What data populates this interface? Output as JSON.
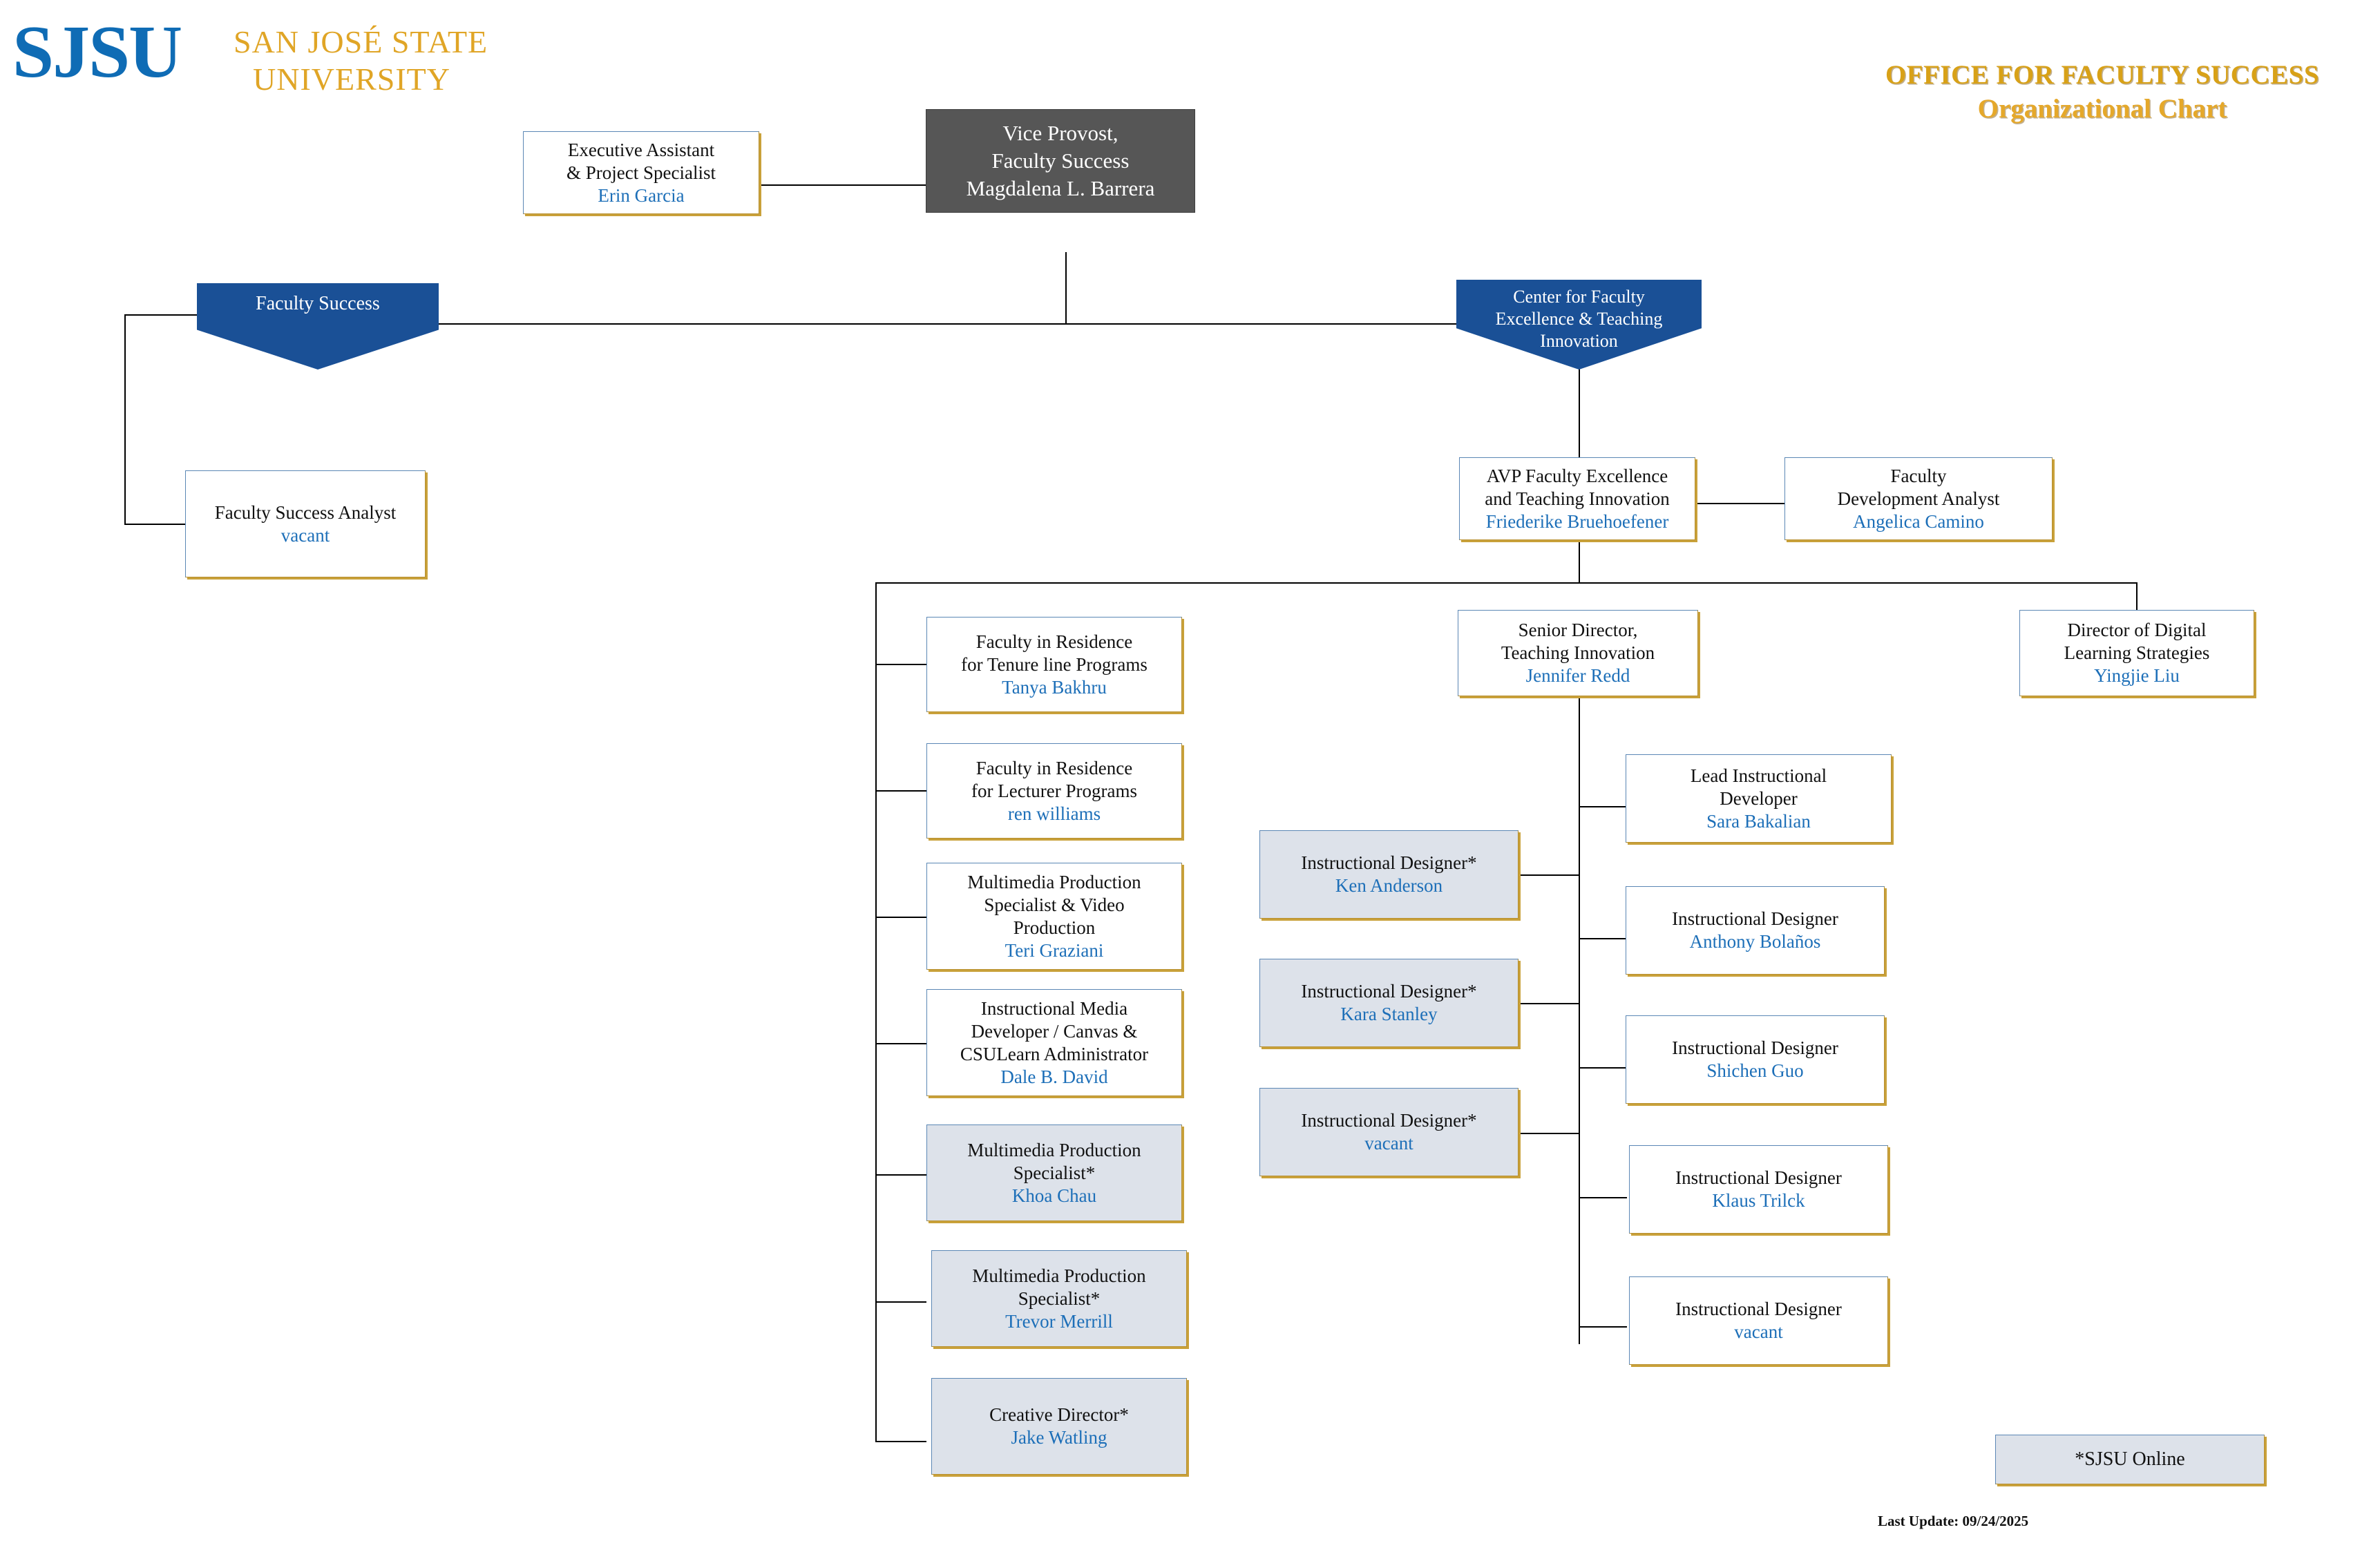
{
  "branding": {
    "logo_mark": "SJSU",
    "logo_line1": "SAN JOSÉ STATE",
    "logo_line2": "UNIVERSITY",
    "logo_mark_color": "#0f6cb5",
    "logo_word_color": "#e0a526"
  },
  "header": {
    "title_line1": "OFFICE FOR FACULTY SUCCESS",
    "title_line2": "Organizational Chart",
    "title_color": "#d8a117"
  },
  "colors": {
    "banner_blue": "#1a5096",
    "box_border_blue": "#5b87b5",
    "box_border_gold": "#b8902f",
    "name_blue": "#1d6fb8",
    "gray_fill": "#dde2ea",
    "dark_fill": "#565656"
  },
  "nodes": {
    "vice_provost": {
      "title_line1": "Vice Provost,",
      "title_line2": "Faculty Success",
      "name": "Magdalena L. Barrera"
    },
    "exec_assistant": {
      "title_line1": "Executive Assistant",
      "title_line2": "& Project Specialist",
      "name": "Erin Garcia"
    },
    "faculty_success_banner": {
      "label": "Faculty Success"
    },
    "cfe_banner": {
      "line1": "Center for Faculty",
      "line2": "Excellence & Teaching",
      "line3": "Innovation"
    },
    "faculty_success_analyst": {
      "title_line1": "Faculty Success Analyst",
      "name": "vacant"
    },
    "avp": {
      "title_line1": "AVP Faculty Excellence",
      "title_line2": "and Teaching Innovation",
      "name": "Friederike Bruehoefener"
    },
    "faculty_dev_analyst": {
      "title_line1": "Faculty",
      "title_line2": "Development Analyst",
      "name": "Angelica Camino"
    },
    "senior_director": {
      "title_line1": "Senior Director,",
      "title_line2": "Teaching Innovation",
      "name": "Jennifer Redd"
    },
    "director_digital": {
      "title_line1": "Director of Digital",
      "title_line2": "Learning Strategies",
      "name": "Yingjie Liu"
    }
  },
  "left_column": [
    {
      "title_lines": [
        "Faculty in Residence",
        "for Tenure line Programs"
      ],
      "name": "Tanya Bakhru",
      "style": "white"
    },
    {
      "title_lines": [
        "Faculty in Residence",
        "for Lecturer Programs"
      ],
      "name": "ren williams",
      "style": "white"
    },
    {
      "title_lines": [
        "Multimedia Production",
        "Specialist & Video",
        "Production"
      ],
      "name": "Teri Graziani",
      "style": "white"
    },
    {
      "title_lines": [
        "Instructional Media",
        "Developer / Canvas &",
        "CSULearn Administrator"
      ],
      "name": "Dale B. David",
      "style": "white"
    },
    {
      "title_lines": [
        "Multimedia Production",
        "Specialist*"
      ],
      "name": "Khoa Chau",
      "style": "gray"
    },
    {
      "title_lines": [
        "Multimedia Production",
        "Specialist*"
      ],
      "name": "Trevor Merrill",
      "style": "gray"
    },
    {
      "title_lines": [
        "Creative Director*"
      ],
      "name": "Jake Watling",
      "style": "gray"
    }
  ],
  "middle_column": [
    {
      "title_lines": [
        "Instructional Designer*"
      ],
      "name": "Ken Anderson",
      "style": "gray"
    },
    {
      "title_lines": [
        "Instructional Designer*"
      ],
      "name": "Kara Stanley",
      "style": "gray"
    },
    {
      "title_lines": [
        "Instructional Designer*"
      ],
      "name": "vacant",
      "style": "gray"
    }
  ],
  "right_column": [
    {
      "title_lines": [
        "Lead Instructional",
        "Developer"
      ],
      "name": "Sara Bakalian",
      "style": "white"
    },
    {
      "title_lines": [
        "Instructional Designer"
      ],
      "name": "Anthony Bolaños",
      "style": "white"
    },
    {
      "title_lines": [
        "Instructional Designer"
      ],
      "name": "Shichen Guo",
      "style": "white"
    },
    {
      "title_lines": [
        "Instructional Designer"
      ],
      "name": "Klaus Trilck",
      "style": "white"
    },
    {
      "title_lines": [
        "Instructional Designer"
      ],
      "name": "vacant",
      "style": "white"
    }
  ],
  "footer": {
    "legend_label": "*SJSU  Online",
    "last_update": "Last Update: 09/24/2025"
  }
}
